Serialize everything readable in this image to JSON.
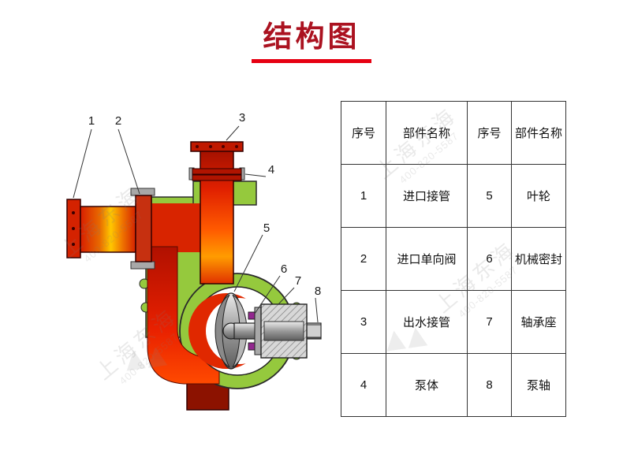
{
  "page": {
    "title": "结构图"
  },
  "parts_table": {
    "headers": [
      "序号",
      "部件名称",
      "序号",
      "部件名称"
    ],
    "rows": [
      [
        "1",
        "进口接管",
        "5",
        "叶轮"
      ],
      [
        "2",
        "进口单向阀",
        "6",
        "机械密封"
      ],
      [
        "3",
        "出水接管",
        "7",
        "轴承座"
      ],
      [
        "4",
        "泵体",
        "8",
        "泵轴"
      ]
    ]
  },
  "diagram": {
    "callouts": [
      "1",
      "2",
      "3",
      "4",
      "5",
      "6",
      "7",
      "8"
    ]
  },
  "watermark": {
    "brand": "上海东海",
    "phone": "400-820-5587",
    "logo": "▲▲"
  },
  "colors": {
    "title_text": "#ab1220",
    "title_underline": "#e60012",
    "casing_green": "#95c93d",
    "flow_red": "#d82400",
    "flow_orange": "#ffc800",
    "seal_purple": "#93278f",
    "metal_gray": "#9a9a9a",
    "table_border": "#333333"
  }
}
